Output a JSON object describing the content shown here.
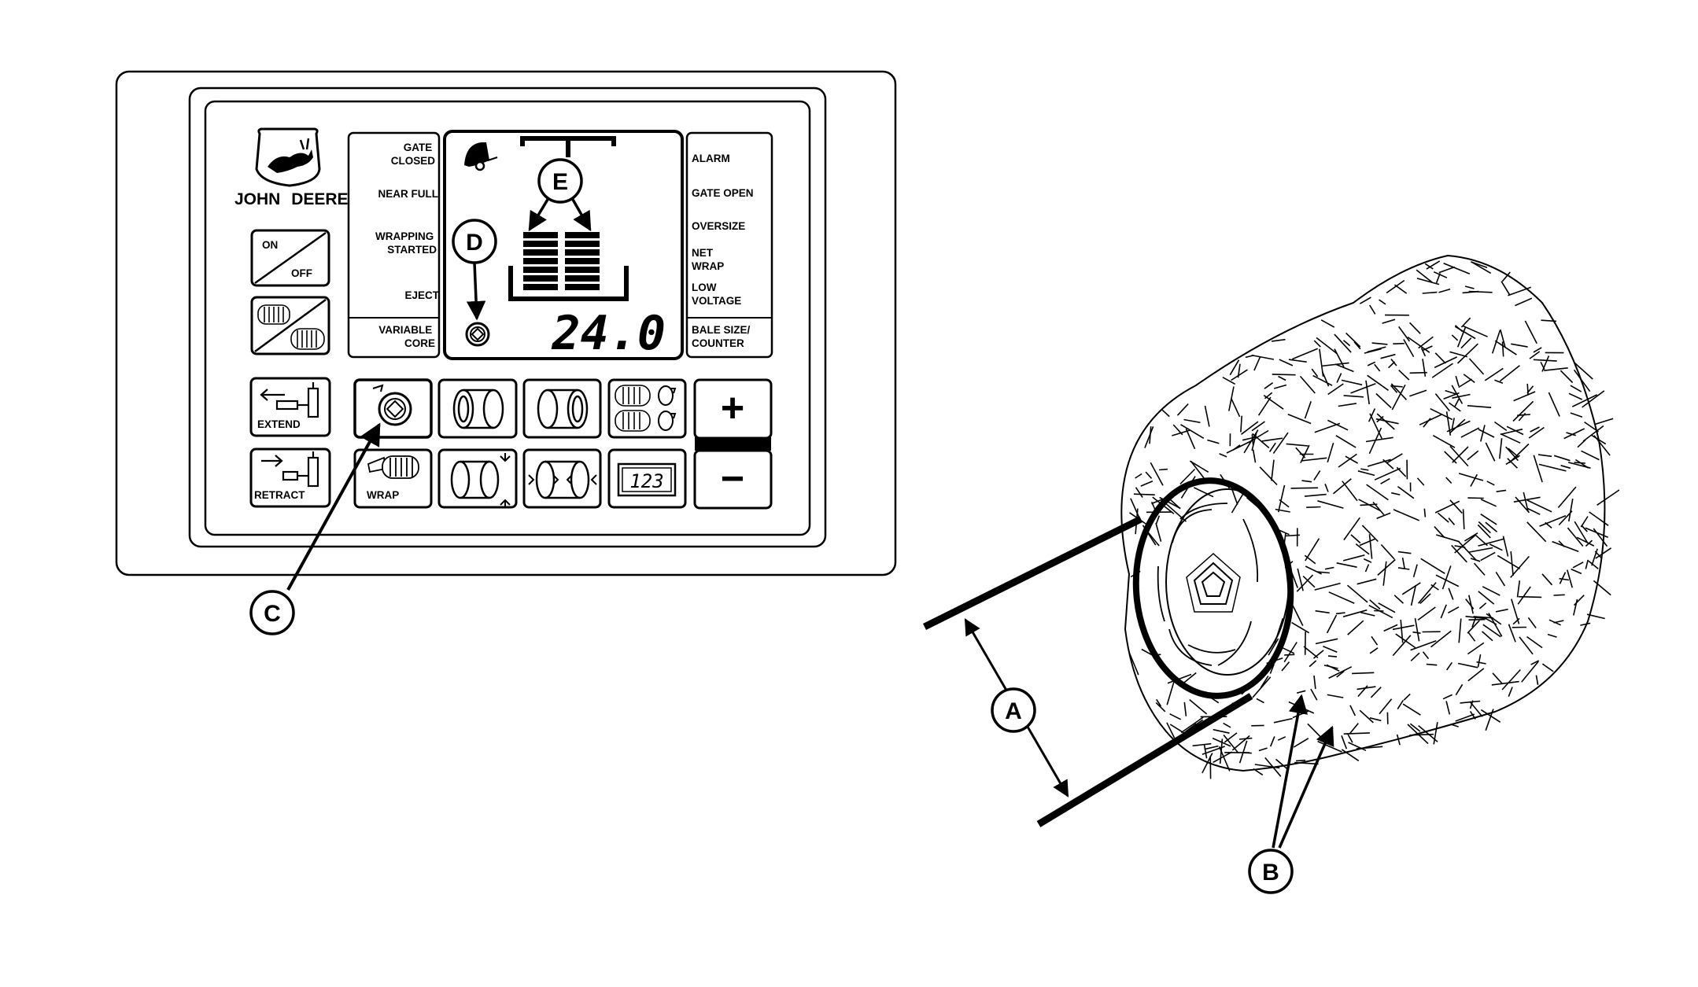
{
  "brand": {
    "first": "JOHN",
    "second": "DEERE"
  },
  "left_labels": {
    "gate_closed": [
      "GATE",
      "CLOSED"
    ],
    "near_full": "NEAR FULL",
    "wrapping_started": [
      "WRAPPING",
      "STARTED"
    ],
    "eject": "EJECT",
    "variable_core": [
      "VARIABLE",
      "CORE"
    ]
  },
  "right_labels": {
    "alarm": "ALARM",
    "gate_open": "GATE OPEN",
    "oversize": "OVERSIZE",
    "net_wrap": [
      "NET",
      "WRAP"
    ],
    "low_voltage": [
      "LOW",
      "VOLTAGE"
    ],
    "bale_size_counter": [
      "BALE SIZE/",
      "COUNTER"
    ]
  },
  "display": {
    "readout": "24.0"
  },
  "keys": {
    "on": "ON",
    "off": "OFF",
    "extend": "EXTEND",
    "retract": "RETRACT",
    "wrap": "WRAP",
    "counter": "123",
    "plus": "+",
    "minus": "−"
  },
  "callouts": {
    "a": "A",
    "b": "B",
    "c": "C",
    "d": "D",
    "e": "E"
  },
  "colors": {
    "ink": "#000000",
    "paper": "#ffffff",
    "panel": "#fafafa"
  }
}
